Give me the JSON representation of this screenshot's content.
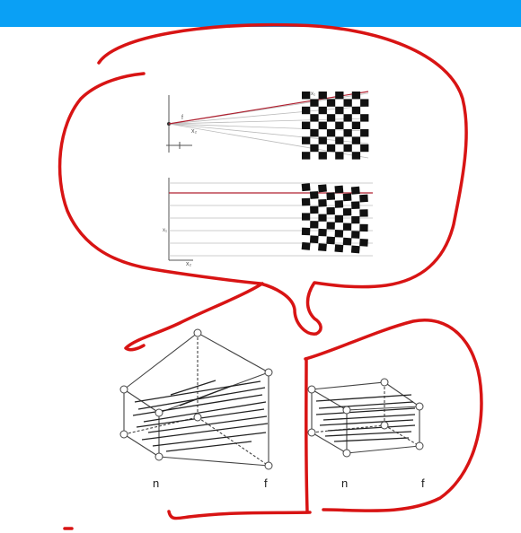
{
  "header": {
    "bar_color": "#0aa0f5"
  },
  "annotation": {
    "ink_color": "#d81414"
  },
  "diagram": {
    "top_figure": {
      "axis_labels": {
        "y_top": "x₁",
        "x_top": "x₂",
        "y_bottom": "x₁",
        "x_bottom": "x₂"
      },
      "focal_label": "f"
    },
    "perspective_frustum": {
      "near_label": "n",
      "far_label": "f"
    },
    "orthographic_box": {
      "near_label": "n",
      "far_label": "f"
    }
  }
}
